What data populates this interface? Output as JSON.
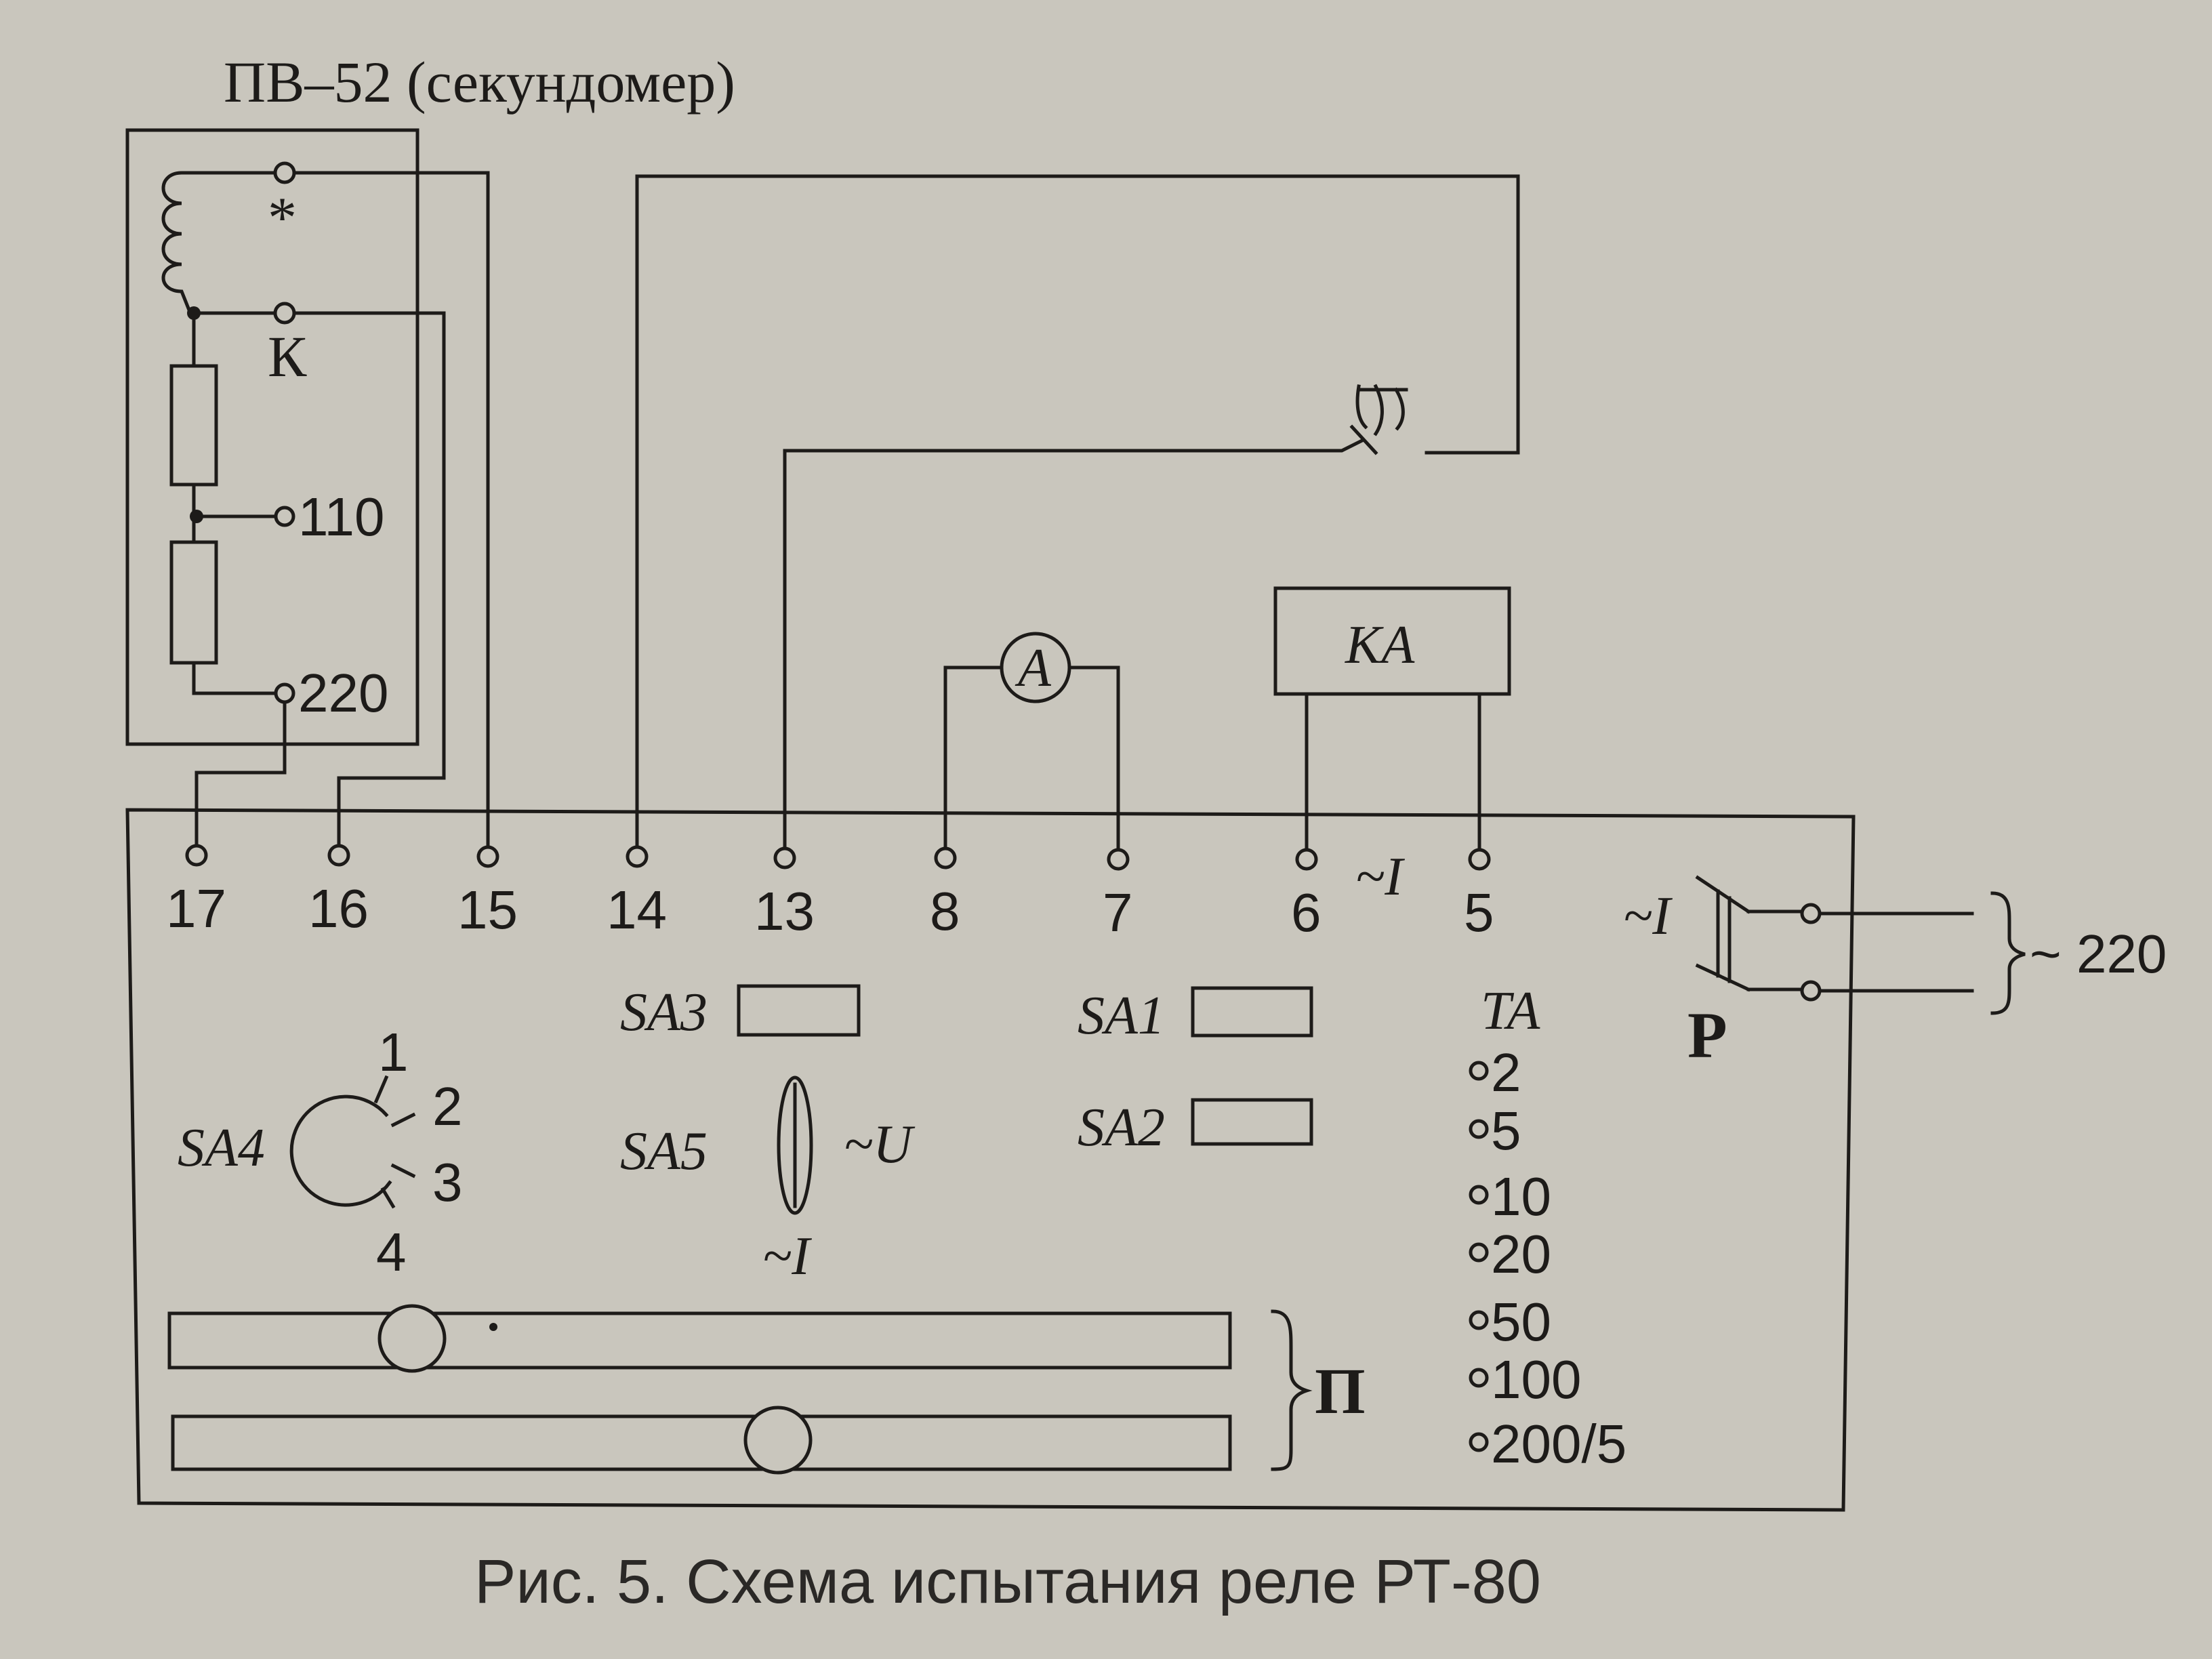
{
  "stopwatch": {
    "title": "ПВ–52 (секундомер)",
    "star": "*",
    "k": "К",
    "t110": "110",
    "t220": "220"
  },
  "terminals": [
    "17",
    "16",
    "15",
    "14",
    "13",
    "8",
    "7",
    "6",
    "5"
  ],
  "ammeter": "A",
  "relay_ka": "KA",
  "i_mark_6": "~I",
  "switch_p": {
    "i_label": "~I",
    "p_label": "P",
    "supply": "~ 220"
  },
  "switches": {
    "sa3": "SA3",
    "sa1": "SA1",
    "sa2": "SA2",
    "sa4": "SA4",
    "sa5": "SA5",
    "u_label": "~U",
    "i_label": "~I"
  },
  "sa4_positions": [
    "1",
    "2",
    "3",
    "4"
  ],
  "ta": {
    "label": "TA",
    "taps": [
      "2",
      "5",
      "10",
      "20",
      "50",
      "100",
      "200/5"
    ]
  },
  "rheostat": "П",
  "caption": "Рис. 5. Схема испытания реле РТ-80"
}
